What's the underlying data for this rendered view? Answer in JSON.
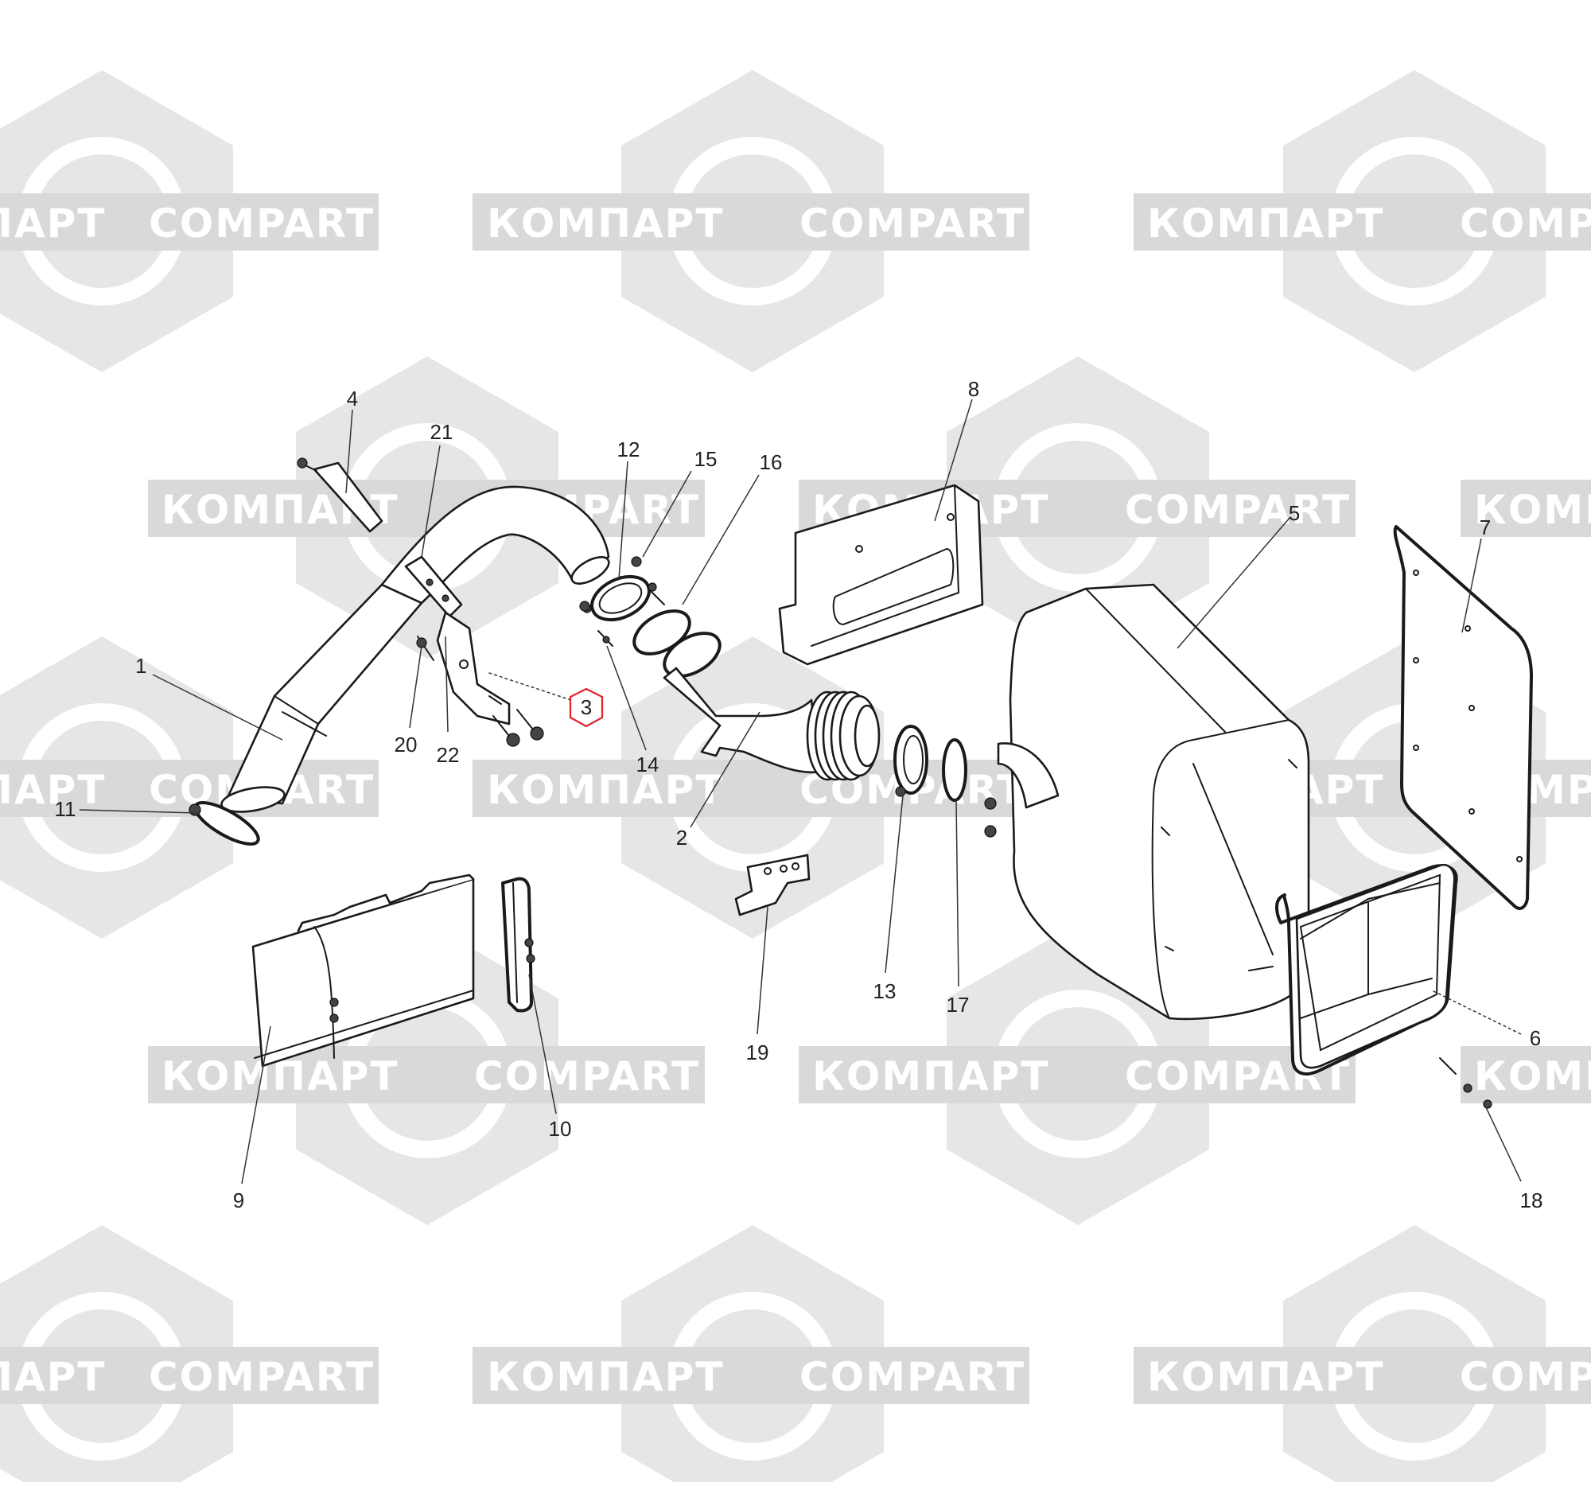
{
  "watermark": {
    "brand_latin": "COMPART",
    "brand_cyrillic": "КОМПАРТ",
    "color_shape": "#e6e6e6",
    "color_band": "#d9d9d9"
  },
  "diagram": {
    "highlight_color": "#e0202b",
    "highlighted_part": "3",
    "callouts": [
      {
        "id": "1",
        "label": "1"
      },
      {
        "id": "2",
        "label": "2"
      },
      {
        "id": "3",
        "label": "3"
      },
      {
        "id": "4",
        "label": "4"
      },
      {
        "id": "5",
        "label": "5"
      },
      {
        "id": "6",
        "label": "6"
      },
      {
        "id": "7",
        "label": "7"
      },
      {
        "id": "8",
        "label": "8"
      },
      {
        "id": "9",
        "label": "9"
      },
      {
        "id": "10",
        "label": "10"
      },
      {
        "id": "11",
        "label": "11"
      },
      {
        "id": "12",
        "label": "12"
      },
      {
        "id": "13",
        "label": "13"
      },
      {
        "id": "14",
        "label": "14"
      },
      {
        "id": "15",
        "label": "15"
      },
      {
        "id": "16",
        "label": "16"
      },
      {
        "id": "17",
        "label": "17"
      },
      {
        "id": "18",
        "label": "18"
      },
      {
        "id": "19",
        "label": "19"
      },
      {
        "id": "20",
        "label": "20"
      },
      {
        "id": "21",
        "label": "21"
      },
      {
        "id": "22",
        "label": "22"
      }
    ]
  }
}
